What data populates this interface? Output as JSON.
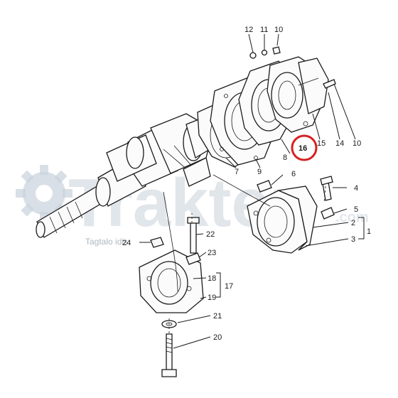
{
  "callouts": [
    {
      "id": "c12",
      "text": "12"
    },
    {
      "id": "c11",
      "text": "11"
    },
    {
      "id": "c10a",
      "text": "10"
    },
    {
      "id": "c16",
      "text": "16"
    },
    {
      "id": "c15",
      "text": "15"
    },
    {
      "id": "c14",
      "text": "14"
    },
    {
      "id": "c10b",
      "text": "10"
    },
    {
      "id": "c8",
      "text": "8"
    },
    {
      "id": "c9",
      "text": "9"
    },
    {
      "id": "c7",
      "text": "7"
    },
    {
      "id": "c6",
      "text": "6"
    },
    {
      "id": "c4",
      "text": "4"
    },
    {
      "id": "c5",
      "text": "5"
    },
    {
      "id": "c2",
      "text": "2"
    },
    {
      "id": "c1",
      "text": "1"
    },
    {
      "id": "c3",
      "text": "3"
    },
    {
      "id": "c22",
      "text": "22"
    },
    {
      "id": "c24",
      "text": "24"
    },
    {
      "id": "c23",
      "text": "23"
    },
    {
      "id": "c18",
      "text": "18"
    },
    {
      "id": "c17",
      "text": "17"
    },
    {
      "id": "c19",
      "text": "19"
    },
    {
      "id": "c21",
      "text": "21"
    },
    {
      "id": "c20",
      "text": "20"
    }
  ],
  "watermark": {
    "brand": "Trakter",
    "suffix": ".com",
    "tagline": "Tagtalo idis"
  },
  "highlight": {
    "label": "16",
    "color": "#d62020"
  }
}
